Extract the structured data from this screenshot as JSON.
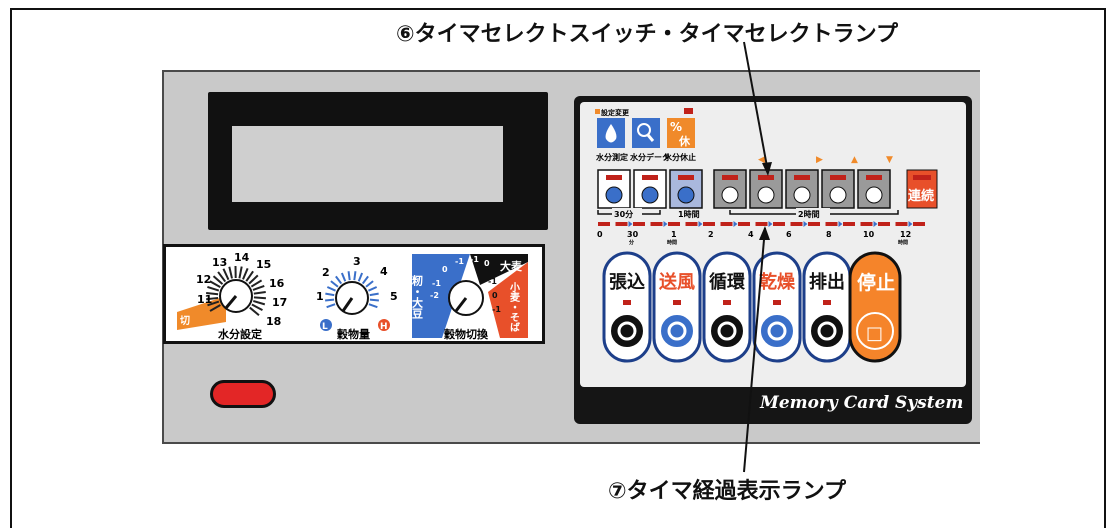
{
  "callouts": {
    "top": "⑥タイマセレクトスイッチ・タイマセレクトランプ",
    "bottom": "⑦タイマ経過表示ランプ"
  },
  "knobs": {
    "moisture": {
      "label": "水分設定",
      "scale": [
        "11",
        "12",
        "13",
        "14",
        "15",
        "16",
        "17",
        "18"
      ],
      "off_tag": "切"
    },
    "grain_amount": {
      "label": "穀物量",
      "scale": [
        "1",
        "2",
        "3",
        "4",
        "5"
      ],
      "low_mark": "L",
      "high_mark": "H"
    },
    "grain_switch": {
      "label": "穀物切換",
      "left_label": "籾・大豆",
      "top_right_label": "大麦",
      "right_label": "小麦・そば",
      "scale": [
        "-2",
        "-1",
        "0",
        "-1",
        "-1",
        "0",
        "-1",
        "0",
        "-1"
      ]
    }
  },
  "control": {
    "setting_change": "設定変更",
    "top_buttons": [
      {
        "label": "水分測定",
        "icon": "water-drop-icon"
      },
      {
        "label": "水分データ",
        "icon": "magnifier-icon"
      },
      {
        "label": "水分休止",
        "icon": "percent-rest-icon",
        "glyph": "%",
        "sub_glyph": "休"
      }
    ],
    "arrows": [
      "◀",
      "▶",
      "▲",
      "▼"
    ],
    "continuous_label": "連続",
    "timer_groups": [
      "30分",
      "1時間",
      "2時間"
    ],
    "timer_scale": [
      "0",
      "30",
      "1",
      "2",
      "4",
      "6",
      "8",
      "10",
      "12"
    ],
    "timer_units": [
      "分",
      "時間",
      "時間"
    ],
    "operation_buttons": [
      {
        "label": "張込",
        "icon": "load-in-icon",
        "label_color": "#111111",
        "icon_color": "#111111"
      },
      {
        "label": "送風",
        "icon": "airflow-icon",
        "label_color": "#e8502a",
        "icon_color": "#3a6fc9"
      },
      {
        "label": "循環",
        "icon": "circulation-icon",
        "label_color": "#111111",
        "icon_color": "#111111"
      },
      {
        "label": "乾燥",
        "icon": "drying-icon",
        "label_color": "#e8502a",
        "icon_color": "#3a6fc9"
      },
      {
        "label": "排出",
        "icon": "discharge-icon",
        "label_color": "#111111",
        "icon_color": "#111111"
      }
    ],
    "stop": {
      "label": "停止",
      "icon": "stop-icon",
      "glyph": "□"
    },
    "brand": "Memory Card System"
  },
  "colors": {
    "panel": "#c9c9c9",
    "accent_orange": "#f08a2a",
    "accent_blue": "#3a6fc9",
    "lamp_red": "#c0221a",
    "stop_orange": "#f5842a"
  }
}
